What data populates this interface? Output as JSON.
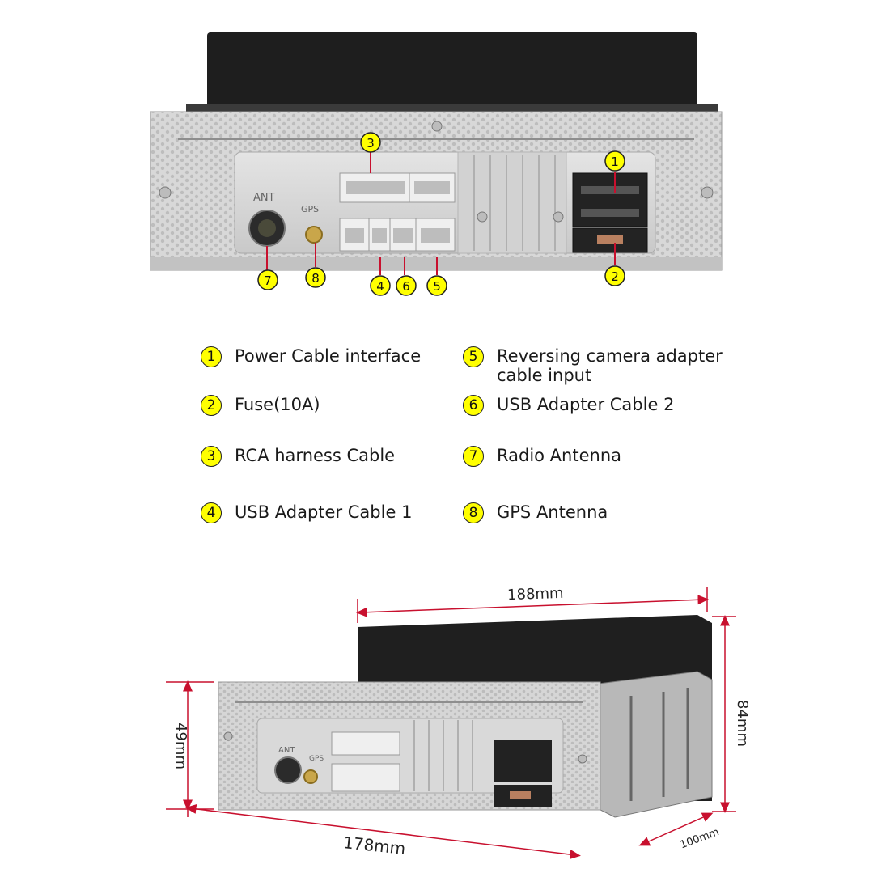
{
  "rear_panel": {
    "labels": {
      "ant": "ANT",
      "gps": "GPS"
    },
    "callouts": [
      "1",
      "2",
      "3",
      "4",
      "5",
      "6",
      "7",
      "8"
    ]
  },
  "legend": [
    {
      "num": "1",
      "label": "Power Cable interface"
    },
    {
      "num": "2",
      "label": "Fuse(10A)"
    },
    {
      "num": "3",
      "label": "RCA harness Cable"
    },
    {
      "num": "4",
      "label": "USB Adapter Cable 1"
    },
    {
      "num": "5",
      "label": "Reversing camera adapter cable input"
    },
    {
      "num": "6",
      "label": "USB Adapter Cable 2"
    },
    {
      "num": "7",
      "label": "Radio Antenna"
    },
    {
      "num": "8",
      "label": "GPS Antenna"
    }
  ],
  "dimensions": {
    "top_width": "188mm",
    "bottom_width": "178mm",
    "left_height": "49mm",
    "right_height": "84mm",
    "depth": "100mm"
  },
  "side_view_labels": {
    "ant": "ANT",
    "gps": "GPS"
  },
  "colors": {
    "badge": "#ffff00",
    "dimension": "#c8102e",
    "leader": "#c8102e"
  }
}
